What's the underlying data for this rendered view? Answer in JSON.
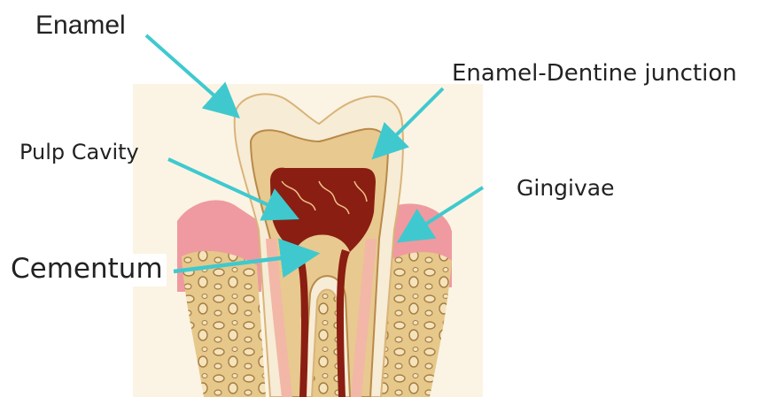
{
  "diagram": {
    "labels": {
      "enamel": "Enamel",
      "enamel_dentine_junction": "Enamel-Dentine junction",
      "pulp_cavity": "Pulp Cavity",
      "gingivae": "Gingivae",
      "cementum": "Cementum"
    },
    "colors": {
      "arrow": "#3fc9cf",
      "enamel": "#f7ecd6",
      "dentine": "#e8c98f",
      "pulp": "#8a1e12",
      "gum": "#ef9aa0",
      "bone": "#e6c88a",
      "background": "#fbf4e4"
    }
  }
}
